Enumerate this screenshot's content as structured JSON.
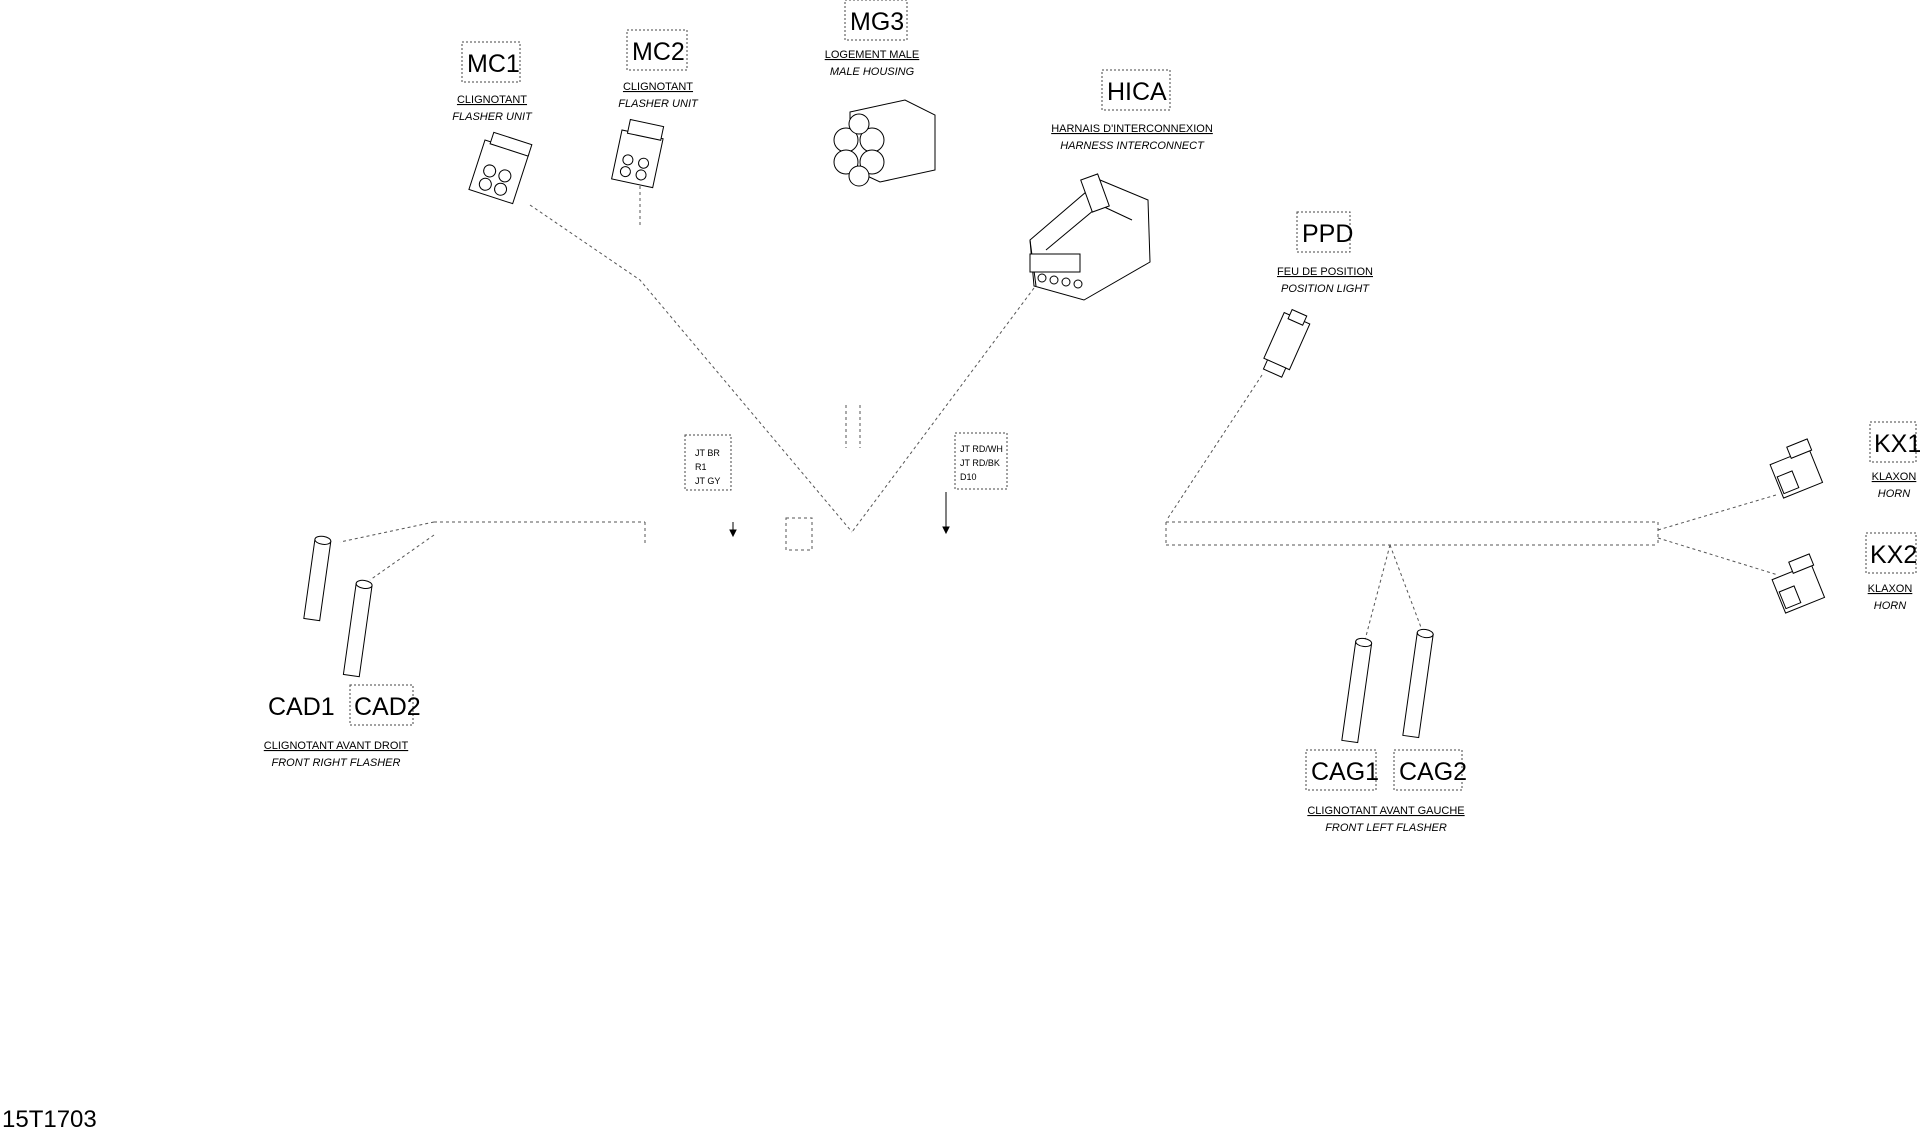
{
  "diagram": {
    "reference": "15T1703",
    "components": {
      "mc1": {
        "code": "MC1",
        "label_fr": "CLIGNOTANT",
        "label_en": "FLASHER UNIT"
      },
      "mc2": {
        "code": "MC2",
        "label_fr": "CLIGNOTANT",
        "label_en": "FLASHER UNIT"
      },
      "mg3": {
        "code": "MG3",
        "label_fr": "LOGEMENT MALE",
        "label_en": "MALE HOUSING"
      },
      "hica": {
        "code": "HICA",
        "label_fr": "HARNAIS D'INTERCONNEXION",
        "label_en": "HARNESS INTERCONNECT"
      },
      "ppd": {
        "code": "PPD",
        "label_fr": "FEU DE POSITION",
        "label_en": "POSITION LIGHT"
      },
      "kx1": {
        "code": "KX1",
        "label_fr": "KLAXON",
        "label_en": "HORN"
      },
      "kx2": {
        "code": "KX2",
        "label_fr": "KLAXON",
        "label_en": "HORN"
      },
      "cad": {
        "codes": [
          "CAD1",
          "CAD2"
        ],
        "label_fr": "CLIGNOTANT AVANT DROIT",
        "label_en": "FRONT RIGHT FLASHER"
      },
      "cag": {
        "codes": [
          "CAG1",
          "CAG2"
        ],
        "label_fr": "CLIGNOTANT AVANT GAUCHE",
        "label_en": "FRONT LEFT FLASHER"
      }
    },
    "wire_labels": {
      "left": [
        "JT BR",
        "R1",
        "JT GY"
      ],
      "right": [
        "JT RD/WH",
        "JT RD/BK",
        "D10"
      ]
    }
  }
}
